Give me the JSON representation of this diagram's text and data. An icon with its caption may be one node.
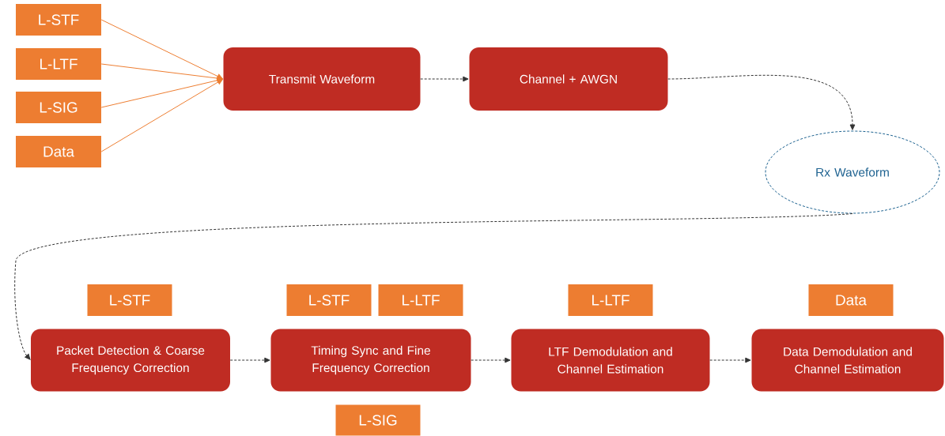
{
  "diagram": {
    "nodes": [
      {
        "text": [
          "L-STF"
        ]
      },
      {
        "text": [
          "L-LTF"
        ]
      },
      {
        "text": [
          "L-SIG"
        ]
      },
      {
        "text": [
          "Data"
        ]
      },
      {
        "text": [
          "Transmit Waveform"
        ]
      },
      {
        "text": [
          "Channel + AWGN"
        ]
      },
      {
        "text": [
          "Rx Waveform"
        ]
      },
      {
        "text": [
          "L-STF"
        ]
      },
      {
        "text": [
          "Packet Detection & Coarse Frequency Correction"
        ]
      },
      {
        "text": [
          "L-STF"
        ]
      },
      {
        "text": [
          "L-LTF"
        ]
      },
      {
        "text": [
          "Timing Sync and Fine Frequency Correction"
        ]
      },
      {
        "text": [
          "L-SIG"
        ]
      },
      {
        "text": [
          "L-LTF"
        ]
      },
      {
        "text": [
          "LTF Demodulation and Channel Estimation"
        ]
      },
      {
        "text": [
          "Data"
        ]
      },
      {
        "text": [
          "Data Demodulation and Channel Estimation"
        ]
      }
    ],
    "edges": [
      {
        "from": 0,
        "to": 4,
        "arrow": "to",
        "color": "#ed7d31"
      },
      {
        "from": 1,
        "to": 4,
        "arrow": "to",
        "color": "#ed7d31"
      },
      {
        "from": 2,
        "to": 4,
        "arrow": "to",
        "color": "#ed7d31"
      },
      {
        "from": 3,
        "to": 4,
        "arrow": "to",
        "color": "#ed7d31"
      },
      {
        "from": 4,
        "to": 5,
        "arrow": "to",
        "style": "dashed"
      },
      {
        "from": 5,
        "to": 6,
        "arrow": "to",
        "style": "dashed"
      },
      {
        "from": 6,
        "to": 8,
        "arrow": "to",
        "style": "dashed"
      },
      {
        "from": 8,
        "to": 11,
        "arrow": "to",
        "style": "dashed"
      },
      {
        "from": 11,
        "to": 14,
        "arrow": "to",
        "style": "dashed"
      },
      {
        "from": 14,
        "to": 16,
        "arrow": "to",
        "style": "dashed"
      }
    ]
  }
}
